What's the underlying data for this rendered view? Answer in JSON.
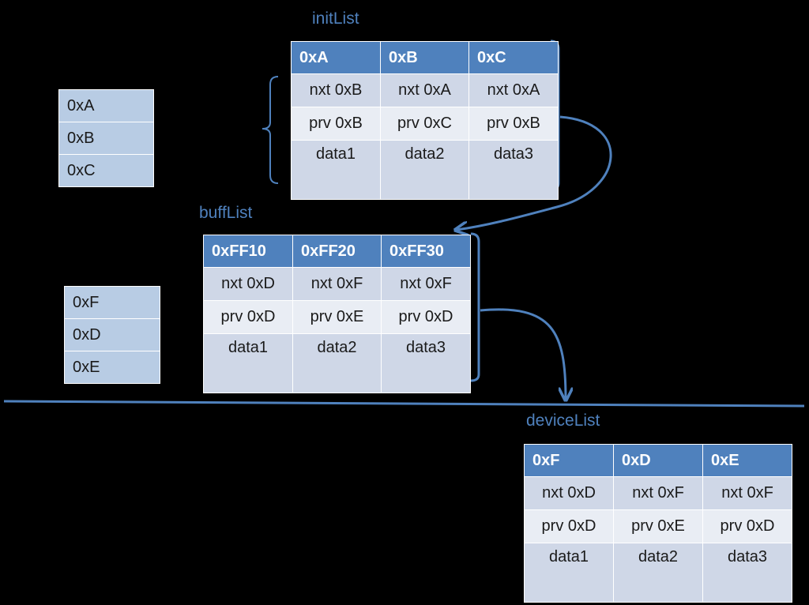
{
  "initList": {
    "label": "initList",
    "headers": [
      "0xA",
      "0xB",
      "0xC"
    ],
    "next": [
      "nxt  0xB",
      "nxt  0xA",
      "nxt  0xA"
    ],
    "prev": [
      "prv  0xB",
      "prv  0xC",
      "prv  0xB"
    ],
    "data": [
      "data1",
      "data2",
      "data3"
    ]
  },
  "buffList": {
    "label": "buffList",
    "headers": [
      "0xFF10",
      "0xFF20",
      "0xFF30"
    ],
    "next": [
      "nxt  0xD",
      "nxt  0xF",
      "nxt  0xF"
    ],
    "prev": [
      "prv  0xD",
      "prv  0xE",
      "prv  0xD"
    ],
    "data": [
      "data1",
      "data2",
      "data3"
    ]
  },
  "deviceList": {
    "label": "deviceList",
    "headers": [
      "0xF",
      "0xD",
      "0xE"
    ],
    "next": [
      "nxt  0xD",
      "nxt  0xF",
      "nxt  0xF"
    ],
    "prev": [
      "prv  0xD",
      "prv  0xE",
      "prv  0xD"
    ],
    "data": [
      "data1",
      "data2",
      "data3"
    ]
  },
  "initIds": [
    "0xA",
    "0xB",
    "0xC"
  ],
  "buffIds": [
    "0xF",
    "0xD",
    "0xE"
  ],
  "colors": {
    "header": "#4F81BD",
    "rowDark": "#CFD7E7",
    "rowLight": "#E9EDF4",
    "idCell": "#B8CCE4",
    "connector": "#4F81BD",
    "background": "#000000"
  }
}
